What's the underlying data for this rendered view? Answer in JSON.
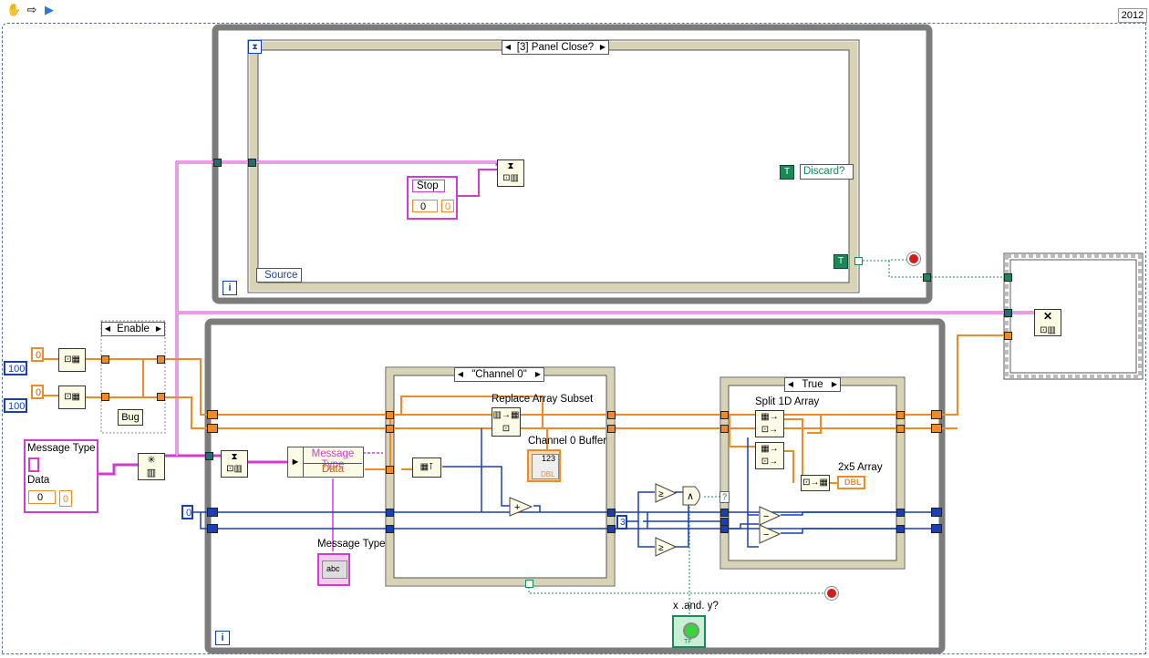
{
  "toolbar": {
    "icons": [
      "hand-icon",
      "arrow-icon",
      "run-arrow-icon"
    ],
    "version": "2012"
  },
  "event_structure": {
    "selector": "[3] Panel Close?",
    "event_data_left": "Source",
    "event_data_right": "Discard?",
    "discard_const": "T",
    "stop_const": "T",
    "loop_index": "i"
  },
  "stop_cluster": {
    "label": "Stop",
    "value0": "0",
    "value1": "0"
  },
  "enable_structure": {
    "selector": "Enable",
    "subvi": "Bug"
  },
  "constants": {
    "c100a": "100",
    "c100b": "100",
    "c0a": "0",
    "c0b": "0",
    "c0c": "0",
    "c3": "3"
  },
  "message_cluster": {
    "label": "Message Type",
    "data_label": "Data",
    "value0": "0",
    "value1": "0"
  },
  "unbundle": {
    "item1": "Message Type",
    "item2": "Data"
  },
  "inner_case": {
    "selector": "\"Channel 0\"",
    "replace_label": "Replace Array Subset",
    "buffer_label": "Channel 0 Buffer",
    "buffer_type": "123",
    "buffer_dtype": "DBL"
  },
  "true_case": {
    "selector": "True",
    "split_label": "Split 1D Array",
    "array_label": "2x5 Array",
    "array_type": "DBL"
  },
  "indicators": {
    "message_type_label": "Message Type",
    "message_type_dtype": "abc",
    "xy_label": "x .and. y?",
    "xy_dtype": "TF"
  },
  "bottom_loop_index": "i",
  "colors": {
    "orange_wire": "#f08a24",
    "blue_wire": "#1a3fb4",
    "pink_wire": "#d33bd3",
    "green_wire": "#178a55",
    "frame_gray": "#7c7c7c"
  }
}
